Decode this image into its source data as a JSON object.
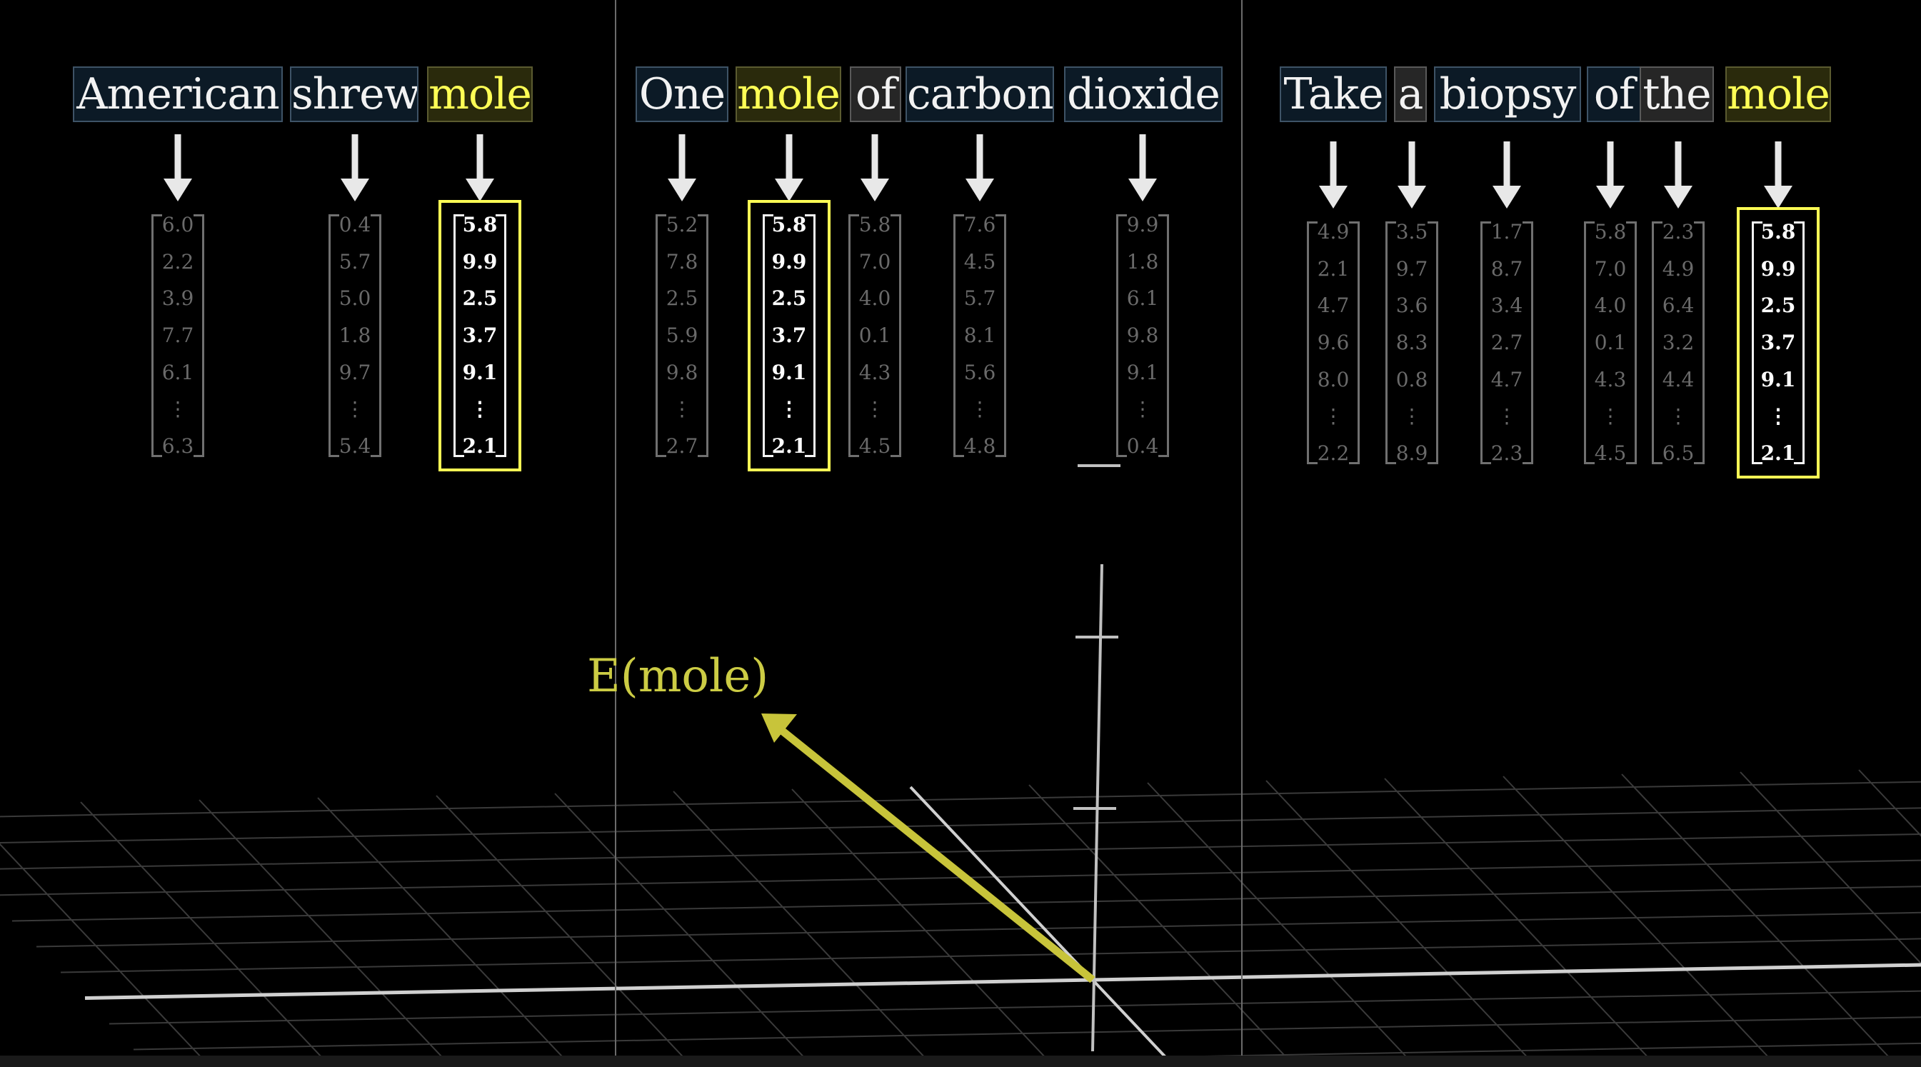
{
  "panels": [
    {
      "tokens": [
        {
          "text": "American",
          "style": "normal"
        },
        {
          "text": "shrew",
          "style": "normal"
        },
        {
          "text": "mole",
          "style": "highlight"
        }
      ],
      "vectors": [
        {
          "values": [
            "6.0",
            "2.2",
            "3.9",
            "7.7",
            "6.1",
            "⋮",
            "6.3"
          ],
          "selected": false
        },
        {
          "values": [
            "0.4",
            "5.7",
            "5.0",
            "1.8",
            "9.7",
            "⋮",
            "5.4"
          ],
          "selected": false
        },
        {
          "values": [
            "5.8",
            "9.9",
            "2.5",
            "3.7",
            "9.1",
            "⋮",
            "2.1"
          ],
          "selected": true
        }
      ]
    },
    {
      "tokens": [
        {
          "text": "One",
          "style": "normal"
        },
        {
          "text": "mole",
          "style": "highlight"
        },
        {
          "text": "of",
          "style": "gray"
        },
        {
          "text": "carbon",
          "style": "normal"
        },
        {
          "text": "dioxide",
          "style": "normal"
        }
      ],
      "vectors": [
        {
          "values": [
            "5.2",
            "7.8",
            "2.5",
            "5.9",
            "9.8",
            "⋮",
            "2.7"
          ],
          "selected": false
        },
        {
          "values": [
            "5.8",
            "9.9",
            "2.5",
            "3.7",
            "9.1",
            "⋮",
            "2.1"
          ],
          "selected": true
        },
        {
          "values": [
            "5.8",
            "7.0",
            "4.0",
            "0.1",
            "4.3",
            "⋮",
            "4.5"
          ],
          "selected": false
        },
        {
          "values": [
            "7.6",
            "4.5",
            "5.7",
            "8.1",
            "5.6",
            "⋮",
            "4.8"
          ],
          "selected": false
        },
        {
          "values": [
            "9.9",
            "1.8",
            "6.1",
            "9.8",
            "9.1",
            "⋮",
            "0.4"
          ],
          "selected": false
        }
      ]
    },
    {
      "tokens": [
        {
          "text": "Take",
          "style": "normal"
        },
        {
          "text": "a",
          "style": "gray"
        },
        {
          "text": "biopsy",
          "style": "normal"
        },
        {
          "text": "of",
          "style": "normal"
        },
        {
          "text": "the",
          "style": "gray"
        },
        {
          "text": "mole",
          "style": "highlight"
        }
      ],
      "vectors": [
        {
          "values": [
            "4.9",
            "2.1",
            "4.7",
            "9.6",
            "8.0",
            "⋮",
            "2.2"
          ],
          "selected": false
        },
        {
          "values": [
            "3.5",
            "9.7",
            "3.6",
            "8.3",
            "0.8",
            "⋮",
            "8.9"
          ],
          "selected": false
        },
        {
          "values": [
            "1.7",
            "8.7",
            "3.4",
            "2.7",
            "4.7",
            "⋮",
            "2.3"
          ],
          "selected": false
        },
        {
          "values": [
            "5.8",
            "7.0",
            "4.0",
            "0.1",
            "4.3",
            "⋮",
            "4.5"
          ],
          "selected": false
        },
        {
          "values": [
            "2.3",
            "4.9",
            "6.4",
            "3.2",
            "4.4",
            "⋮",
            "6.5"
          ],
          "selected": false
        },
        {
          "values": [
            "5.8",
            "9.9",
            "2.5",
            "3.7",
            "9.1",
            "⋮",
            "2.1"
          ],
          "selected": true
        }
      ]
    }
  ],
  "embedding_label": "E(mole)",
  "colors": {
    "background": "#000000",
    "highlight_text": "#ffff55",
    "token_text": "#f2f2f2",
    "embedding_arrow": "#c8c43a",
    "selected_box": "#ffff55",
    "grid": "#3a3a3a",
    "axis": "#d0d0d0"
  }
}
